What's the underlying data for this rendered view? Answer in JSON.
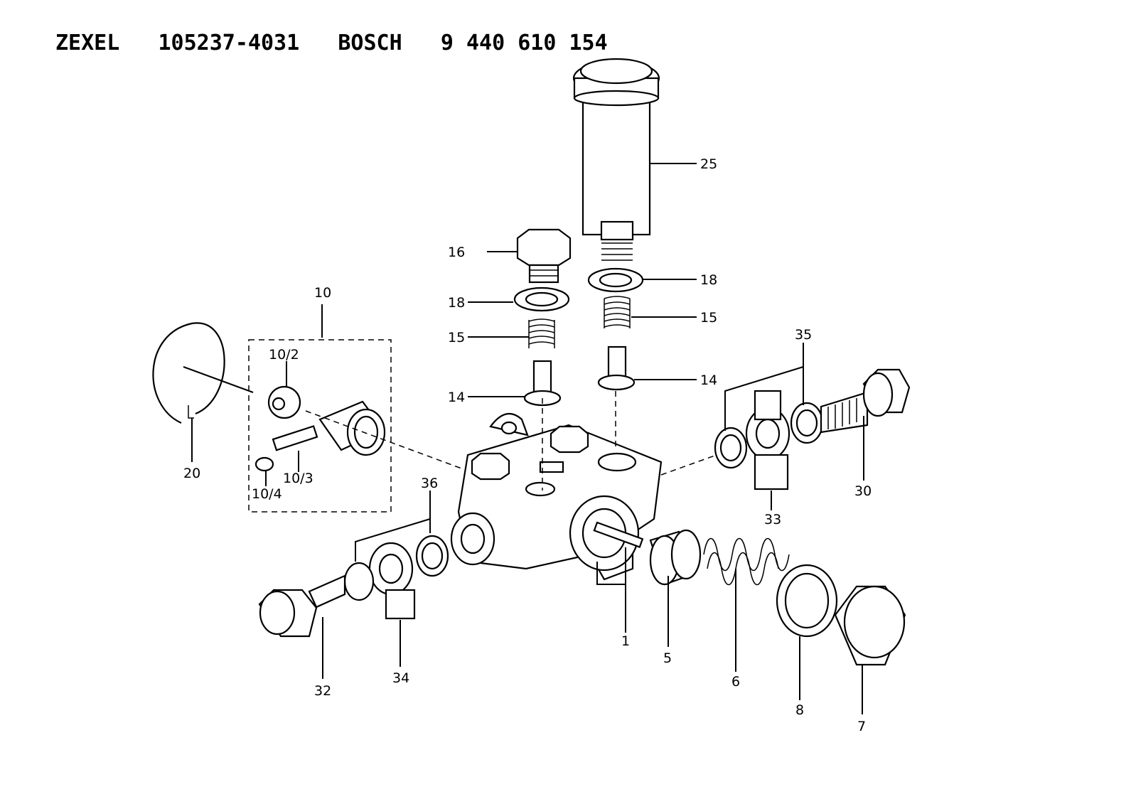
{
  "title": "ZEXEL   105237-4031   BOSCH   9 440 610 154",
  "labels": {
    "l1": "1",
    "l5": "5",
    "l6": "6",
    "l7": "7",
    "l8": "8",
    "l10": "10",
    "l10_2": "10/2",
    "l10_3": "10/3",
    "l10_4": "10/4",
    "l14a": "14",
    "l14b": "14",
    "l15a": "15",
    "l15b": "15",
    "l16": "16",
    "l18a": "18",
    "l18b": "18",
    "l20": "20",
    "l25": "25",
    "l30": "30",
    "l32": "32",
    "l33": "33",
    "l34": "34",
    "l35": "35",
    "l36": "36"
  }
}
